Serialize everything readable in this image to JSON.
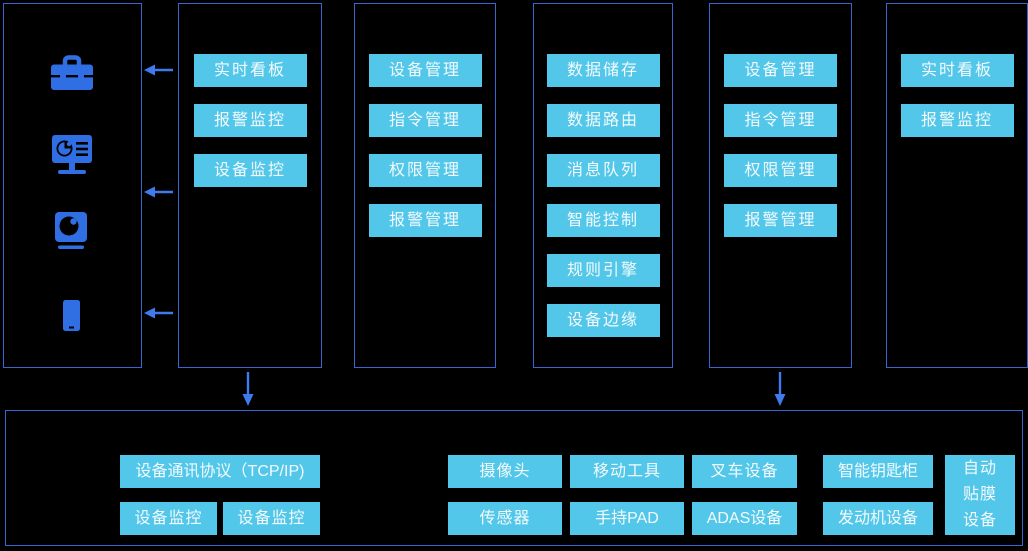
{
  "colors": {
    "background": "#000000",
    "box_border": "#3766cf",
    "node_fill": "#53c7e9",
    "node_text": "#ffffff",
    "icon_blue": "#2f6fe3",
    "arrow_blue": "#3f7bec"
  },
  "client_layer": {
    "icons": [
      {
        "name": "toolbox-icon"
      },
      {
        "name": "dashboard-monitor-icon"
      },
      {
        "name": "camera-icon"
      },
      {
        "name": "smartphone-icon"
      }
    ]
  },
  "columns": [
    {
      "id": "monitoring",
      "items": [
        "实时看板",
        "报警监控",
        "设备监控"
      ]
    },
    {
      "id": "device-mgmt-left",
      "items": [
        "设备管理",
        "指令管理",
        "权限管理",
        "报警管理"
      ]
    },
    {
      "id": "core-services",
      "items": [
        "数据储存",
        "数据路由",
        "消息队列",
        "智能控制",
        "规则引擎",
        "设备边缘"
      ]
    },
    {
      "id": "device-mgmt-right",
      "items": [
        "设备管理",
        "指令管理",
        "权限管理",
        "报警管理"
      ]
    },
    {
      "id": "dashboard-right",
      "items": [
        "实时看板",
        "报警监控"
      ]
    }
  ],
  "bottom_layer": {
    "protocol": "设备通讯协议（TCP/IP)",
    "monitor_left": "设备监控",
    "monitor_right": "设备监控",
    "camera": "摄像头",
    "mobile_tool": "移动工具",
    "forklift": "叉车设备",
    "key_cabinet": "智能钥匙柜",
    "film_device": "自动贴膜设备",
    "sensor": "传感器",
    "handheld_pad": "手持PAD",
    "adas": "ADAS设备",
    "engine": "发动机设备"
  }
}
